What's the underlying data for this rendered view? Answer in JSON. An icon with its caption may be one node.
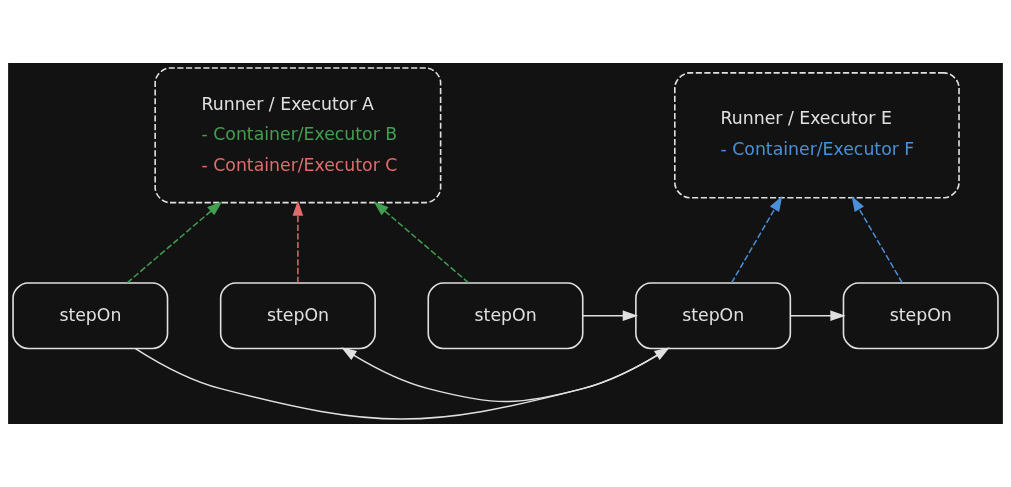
{
  "diagram": {
    "nodes": [
      {
        "text": [
          "Runner / Executor A",
          "- Container/Executor B",
          "- Container/Executor C"
        ]
      },
      {
        "text": [
          "Runner / Executor E",
          "- Container/Executor F"
        ]
      },
      {
        "text": [
          "stepOn"
        ]
      },
      {
        "text": [
          "stepOn"
        ]
      },
      {
        "text": [
          "stepOn"
        ]
      },
      {
        "text": [
          "stepOn"
        ]
      },
      {
        "text": [
          "stepOn"
        ]
      }
    ],
    "edges": [
      {
        "from": 2,
        "to": 0,
        "arrow": "to",
        "style": "dashed",
        "color": "#40a050"
      },
      {
        "from": 3,
        "to": 0,
        "arrow": "to",
        "style": "dashed",
        "color": "#40a050"
      },
      {
        "from": 2,
        "to": 4,
        "arrow": "to"
      },
      {
        "from": 3,
        "to": 4,
        "arrow": "to"
      },
      {
        "from": 4,
        "to": 1,
        "arrow": "to",
        "style": "dashed",
        "color": "#4a90d9"
      },
      {
        "from": 5,
        "to": 0,
        "arrow": "to",
        "style": "dashed",
        "color": "#e06c6c"
      },
      {
        "from": 4,
        "to": 5,
        "arrow": "to"
      },
      {
        "from": 4,
        "to": 6,
        "arrow": "to"
      },
      {
        "from": 6,
        "to": 1,
        "arrow": "to",
        "style": "dashed",
        "color": "#4a90d9"
      }
    ]
  }
}
